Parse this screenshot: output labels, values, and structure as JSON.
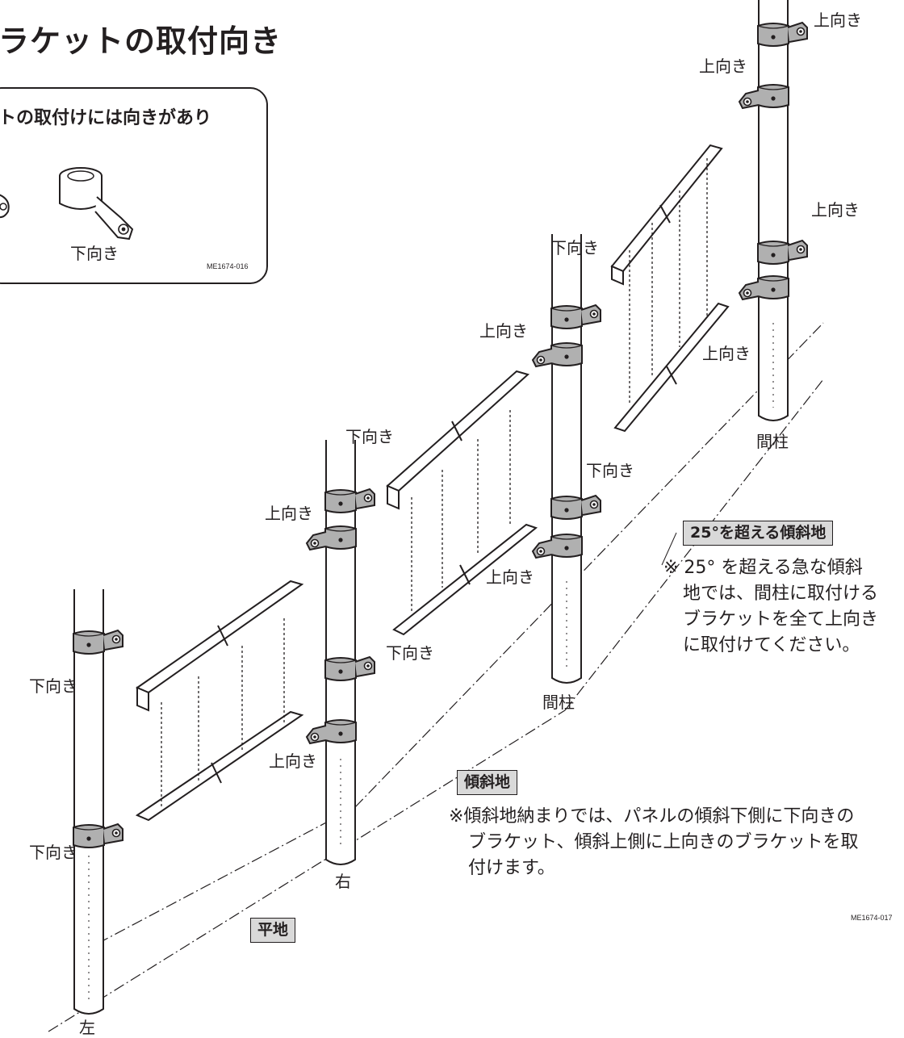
{
  "title": "ラケットの取付向き",
  "callout": {
    "text": "トの取付けには向きがあり",
    "example_label": "下向き",
    "code": "ME1674-016"
  },
  "labels": {
    "p1_up": "上向き",
    "p1_up2": "上向き",
    "p1_up3": "上向き",
    "p2_down": "下向き",
    "p2_up": "上向き",
    "p2_up2": "上向き",
    "p2_down2": "下向き",
    "p3_down": "下向き",
    "p3_up": "上向き",
    "p3_down2": "下向き",
    "p3_up2": "上向き",
    "p4_down": "下向き",
    "p4_down2": "下向き",
    "kanchu1": "間柱",
    "kanchu2": "間柱",
    "right": "右",
    "left": "左"
  },
  "sections": {
    "steep": {
      "tag": "25°を超える傾斜地",
      "note": [
        "※ 25° を超える急な傾斜",
        "地では、間柱に取付ける",
        "ブラケットを全て上向き",
        "に取付けてください。"
      ]
    },
    "slope": {
      "tag": "傾斜地",
      "note": [
        "※傾斜地納まりでは、パネルの傾斜下側に下向きの",
        "ブラケット、傾斜上側に上向きのブラケットを取",
        "付けます。"
      ]
    },
    "flat": {
      "tag": "平地"
    }
  },
  "code_bottom": "ME1674-017"
}
